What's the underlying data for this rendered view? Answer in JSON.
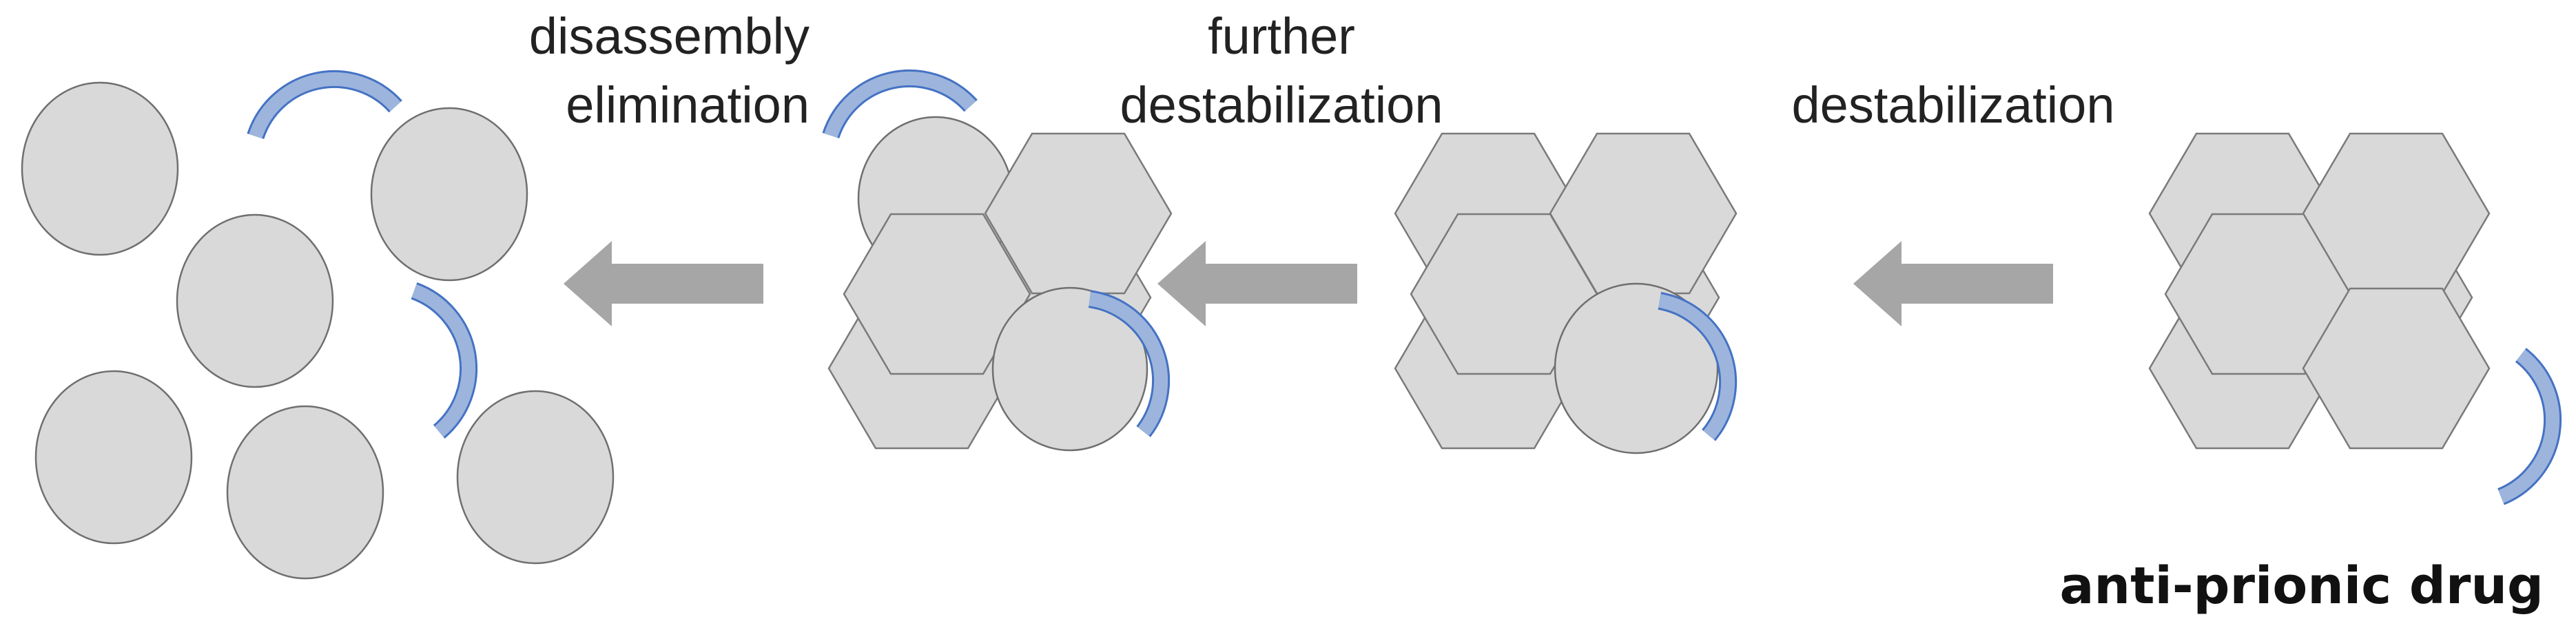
{
  "labels": {
    "step1": "destabilization",
    "step2_line1": "further",
    "step2_line2": "destabilization",
    "step3_line1": "disassembly",
    "step3_line2": "elimination",
    "drug": "anti-prionic drug"
  },
  "colors": {
    "subunit_fill": "#d9d9d9",
    "subunit_stroke": "#7a7a7a",
    "arrow": "#a6a6a6",
    "drug_edge": "#4472c4",
    "drug_fill": "#9db5dc"
  }
}
